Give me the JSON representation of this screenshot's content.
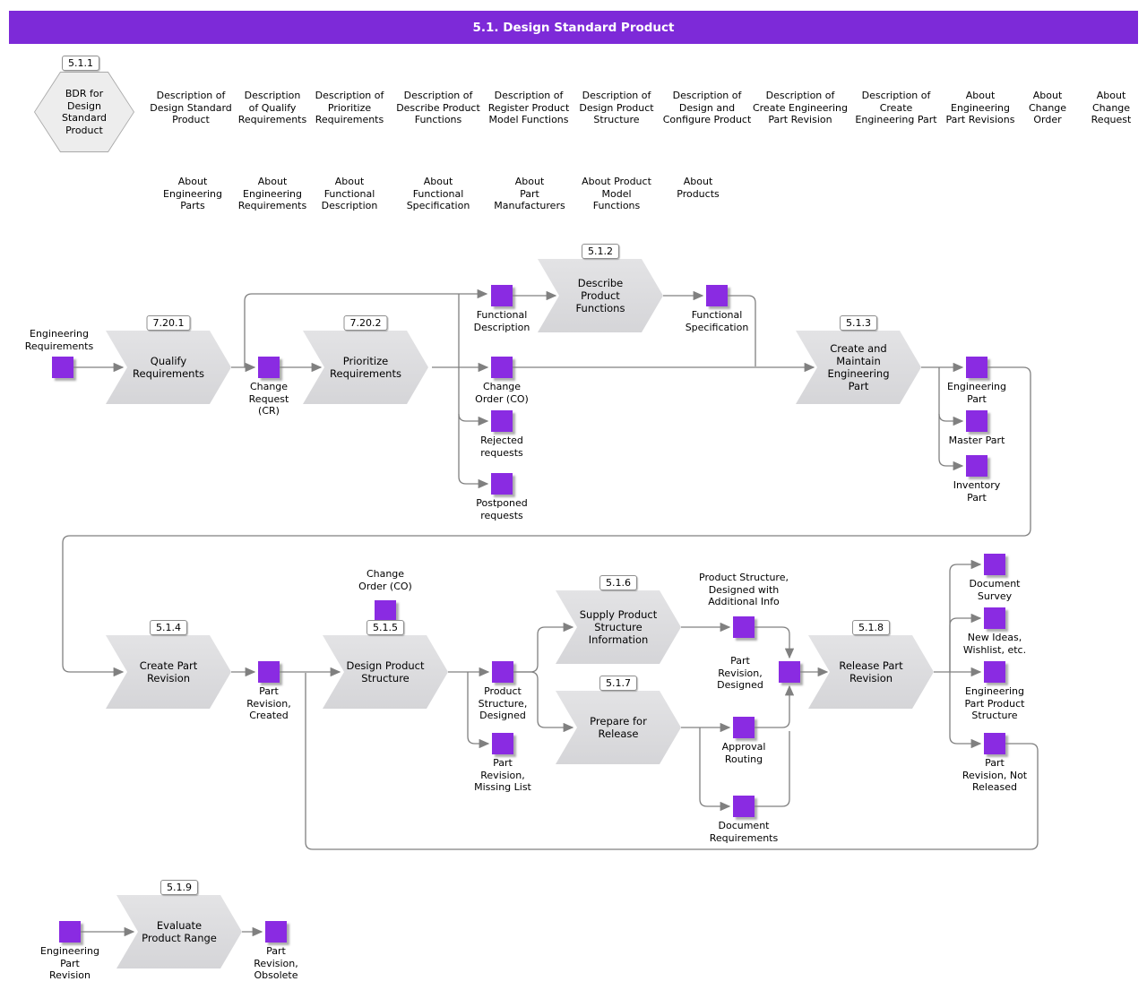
{
  "title": "5.1. Design Standard Product",
  "colors": {
    "accent": "#8A2BE2",
    "title_bar": "#7D2AD8",
    "line": "#808080",
    "shape_fill": "#DBDBDE"
  },
  "hexagon": {
    "badge": "5.1.1",
    "label": "BDR for\nDesign\nStandard\nProduct"
  },
  "info_icons": {
    "row1": [
      {
        "label": "Description of\nDesign Standard\nProduct"
      },
      {
        "label": "Description\nof Qualify\nRequirements"
      },
      {
        "label": "Description of\nPrioritize\nRequirements"
      },
      {
        "label": "Description of\nDescribe Product\nFunctions"
      },
      {
        "label": "Description of\nRegister Product\nModel Functions"
      },
      {
        "label": "Description of\nDesign Product\nStructure"
      },
      {
        "label": "Description of\nDesign and\nConfigure Product"
      },
      {
        "label": "Description of\nCreate Engineering\nPart Revision"
      },
      {
        "label": "Description of\nCreate\nEngineering Part"
      },
      {
        "label": "About\nEngineering\nPart Revisions"
      },
      {
        "label": "About\nChange\nOrder"
      },
      {
        "label": "About\nChange\nRequest"
      }
    ],
    "row2": [
      {
        "label": "About\nEngineering\nParts"
      },
      {
        "label": "About\nEngineering\nRequirements"
      },
      {
        "label": "About\nFunctional\nDescription"
      },
      {
        "label": "About\nFunctional\nSpecification"
      },
      {
        "label": "About\nPart\nManufacturers"
      },
      {
        "label": "About Product\nModel\nFunctions"
      },
      {
        "label": "About\nProducts"
      }
    ]
  },
  "processes": {
    "qualify": {
      "badge": "7.20.1",
      "label": "Qualify\nRequirements"
    },
    "prioritize": {
      "badge": "7.20.2",
      "label": "Prioritize\nRequirements"
    },
    "describe_product_functions": {
      "badge": "5.1.2",
      "label": "Describe\nProduct\nFunctions"
    },
    "create_maintain_engineering_part": {
      "badge": "5.1.3",
      "label": "Create and\nMaintain\nEngineering\nPart"
    },
    "create_part_revision": {
      "badge": "5.1.4",
      "label": "Create Part\nRevision"
    },
    "design_product_structure": {
      "badge": "5.1.5",
      "label": "Design Product\nStructure"
    },
    "supply_product_structure_information": {
      "badge": "5.1.6",
      "label": "Supply Product\nStructure\nInformation"
    },
    "prepare_for_release": {
      "badge": "5.1.7",
      "label": "Prepare for\nRelease"
    },
    "release_part_revision": {
      "badge": "5.1.8",
      "label": "Release Part\nRevision"
    },
    "evaluate_product_range": {
      "badge": "5.1.9",
      "label": "Evaluate\nProduct Range"
    }
  },
  "artifacts": {
    "engineering_requirements": "Engineering\nRequirements",
    "change_request_cr": "Change\nRequest\n(CR)",
    "functional_description": "Functional\nDescription",
    "change_order_co": "Change\nOrder (CO)",
    "rejected_requests": "Rejected\nrequests",
    "postponed_requests": "Postponed\nrequests",
    "functional_specification": "Functional\nSpecification",
    "engineering_part": "Engineering\nPart",
    "master_part": "Master Part",
    "inventory_part": "Inventory\nPart",
    "part_revision_created": "Part\nRevision,\nCreated",
    "change_order_co_2": "Change\nOrder (CO)",
    "product_structure_designed": "Product\nStructure,\nDesigned",
    "part_revision_missing_list": "Part\nRevision,\nMissing List",
    "product_structure_designed_addinfo": "Product Structure,\nDesigned with\nAdditional Info",
    "part_revision_designed": "Part\nRevision,\nDesigned",
    "approval_routing": "Approval\nRouting",
    "document_requirements": "Document\nRequirements",
    "document_survey": "Document\nSurvey",
    "new_ideas_wishlist": "New Ideas,\nWishlist, etc.",
    "engineering_part_product_structure": "Engineering\nPart Product\nStructure",
    "part_revision_not_released": "Part\nRevision, Not\nReleased",
    "engineering_part_revision": "Engineering\nPart\nRevision",
    "part_revision_obsolete": "Part\nRevision,\nObsolete"
  }
}
